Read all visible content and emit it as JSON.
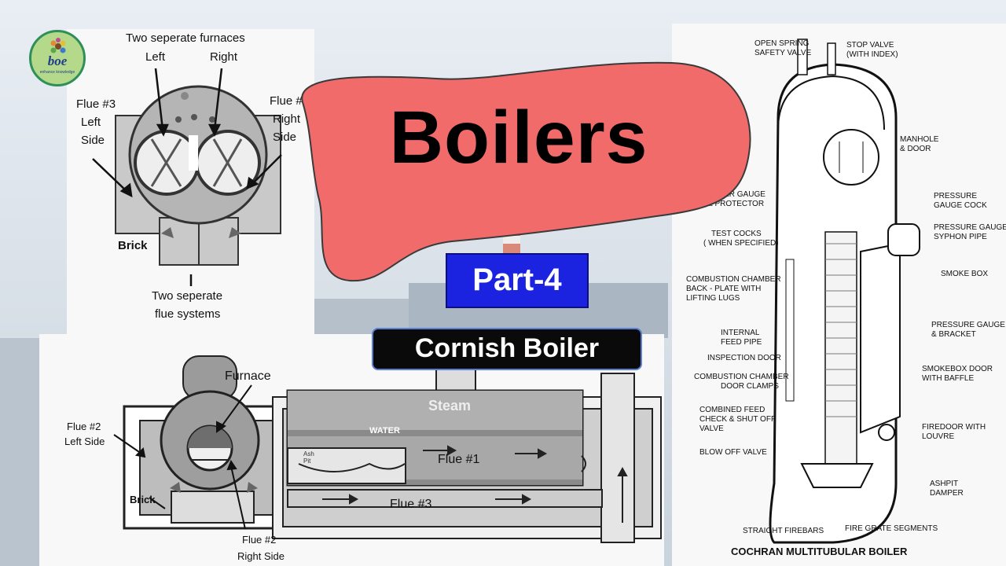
{
  "title": "Boilers",
  "part_label": "Part-4",
  "subtitle": "Cornish Boiler",
  "logo": {
    "text": "boe",
    "tagline": "enhance knowledge"
  },
  "top_left_diagram": {
    "label_furnaces": "Two seperate furnaces",
    "label_left": "Left",
    "label_right": "Right",
    "label_flue3_left": [
      "Flue #3",
      "Left",
      "Side"
    ],
    "label_flue3_right": [
      "Flue #3",
      "Right",
      "Side"
    ],
    "label_brick": "Brick",
    "label_flue_systems": [
      "Two seperate",
      "flue systems"
    ]
  },
  "bottom_diagram": {
    "label_furnace": "Furnace",
    "label_flue2_left": [
      "Flue #2",
      "Left Side"
    ],
    "label_flue2_right": [
      "Flue #2",
      "Right Side"
    ],
    "label_brick": "Brick",
    "label_ash_pit": [
      "Ash",
      "Pit"
    ],
    "label_steam": "Steam",
    "label_water": "WATER",
    "label_flue1": "Flue #1",
    "label_flue3": "Flue #3"
  },
  "cochran_diagram": {
    "caption": "COCHRAN MULTITUBULAR BOILER",
    "labels": {
      "safety_valve": [
        "OPEN SPRING",
        "SAFETY VALVE"
      ],
      "stop_valve": [
        "STOP VALVE",
        "(WITH INDEX)"
      ],
      "manhole": [
        "MANHOLE",
        "& DOOR"
      ],
      "water_gauge": [
        "WATER GAUGE",
        "& PROTECTOR"
      ],
      "gauge_cock": [
        "PRESSURE",
        "GAUGE COCK"
      ],
      "test_cocks": [
        "TEST COCKS",
        "( WHEN SPECIFIED)"
      ],
      "syphon_pipe": [
        "PRESSURE GAUGE",
        "SYPHON PIPE"
      ],
      "chamber_backplate": [
        "COMBUSTION CHAMBER",
        "BACK - PLATE WITH",
        "LIFTING LUGS"
      ],
      "smoke_box": [
        "SMOKE BOX"
      ],
      "internal_feed": [
        "INTERNAL",
        "FEED PIPE"
      ],
      "inspection_door": [
        "INSPECTION DOOR"
      ],
      "gauge_bracket": [
        "PRESSURE GAUGE",
        "& BRACKET"
      ],
      "door_clamps": [
        "COMBUSTION CHAMBER",
        "DOOR CLAMPS"
      ],
      "smokebox_door": [
        "SMOKEBOX DOOR",
        "WITH BAFFLE"
      ],
      "feed_check": [
        "COMBINED FEED",
        "CHECK & SHUT OFF",
        "VALVE"
      ],
      "firedoor": [
        "FIREDOOR WITH",
        "LOUVRE"
      ],
      "blow_off": [
        "BLOW OFF VALVE"
      ],
      "ashpit": [
        "ASHPIT",
        "DAMPER"
      ],
      "firebars": [
        "STRAIGHT FIREBARS"
      ],
      "grate": [
        "FIRE GRATE SEGMENTS"
      ]
    }
  },
  "colors": {
    "blob": "#f26b6b",
    "part_bg": "#1b23e0",
    "subtitle_bg": "#0a0a0a",
    "background": "#dfe6ee"
  }
}
